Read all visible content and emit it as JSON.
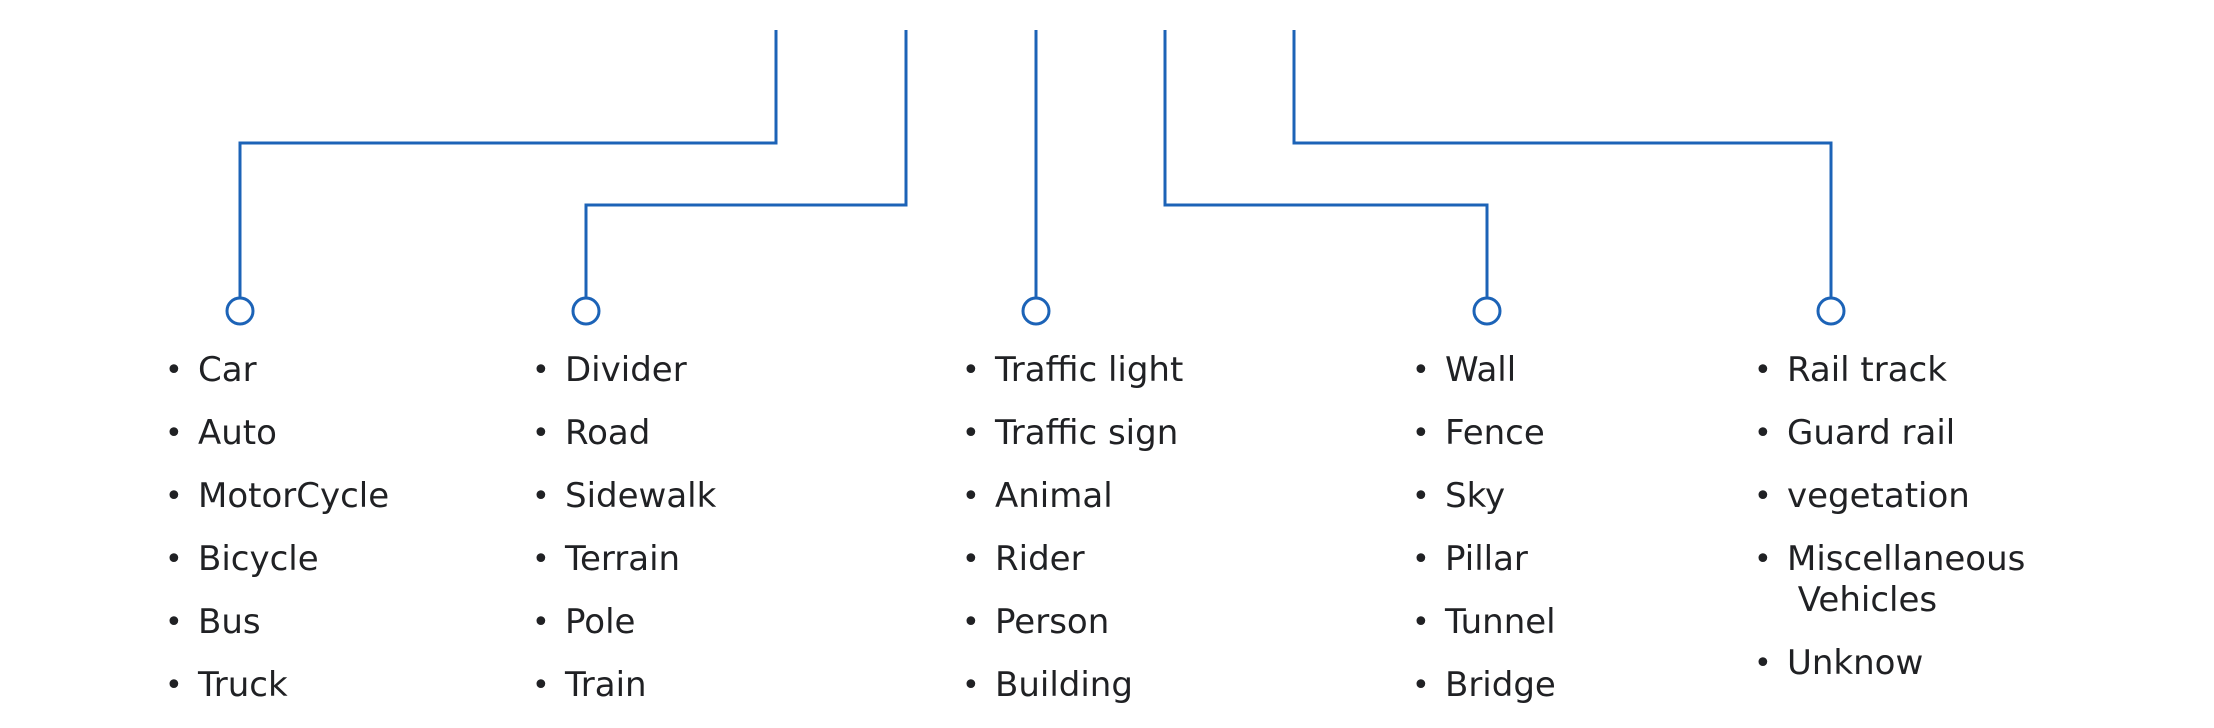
{
  "diagram": {
    "line_color": "#1c63b7",
    "text_color": "#202124",
    "bullet_glyph": "•",
    "columns": [
      {
        "items": [
          "Car",
          "Auto",
          "MotorCycle",
          "Bicycle",
          "Bus",
          "Truck"
        ]
      },
      {
        "items": [
          "Divider",
          "Road",
          "Sidewalk",
          "Terrain",
          "Pole",
          "Train"
        ]
      },
      {
        "items": [
          "Traffic light",
          "Traffic sign",
          "Animal",
          "Rider",
          "Person",
          "Building"
        ]
      },
      {
        "items": [
          "Wall",
          "Fence",
          "Sky",
          "Pillar",
          "Tunnel",
          "Bridge"
        ]
      },
      {
        "items": [
          "Rail track",
          "Guard rail",
          "vegetation",
          "Miscellaneous\n Vehicles",
          "Unknow"
        ]
      }
    ]
  }
}
